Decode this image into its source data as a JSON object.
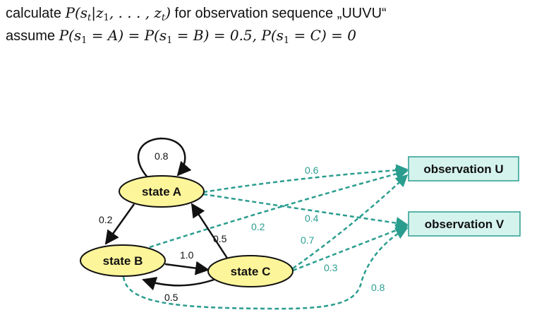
{
  "header": {
    "line1": {
      "prefix": "calculate ",
      "formula_lhs": "P(s",
      "formula_sub_t": "t",
      "formula_mid": "|z",
      "formula_sub_1": "1",
      "formula_rest": ", . . . , z",
      "formula_sub_t2": "t",
      "formula_close": ")",
      "suffix": " for observation sequence „UUVU“"
    },
    "line2": {
      "prefix": "assume ",
      "p_a_left": "P(s",
      "sub1a": "1",
      "p_a_right": " = A) = P(s",
      "sub1b": "1",
      "p_b_right": " = B) = 0.5, P(s",
      "sub1c": "1",
      "p_c_right": " = C) = 0"
    }
  },
  "diagram": {
    "states": {
      "a": "state A",
      "b": "state B",
      "c": "state C"
    },
    "observations": {
      "u": "observation U",
      "v": "observation V"
    },
    "transition_probs": {
      "a_to_a": "0.8",
      "a_to_b": "0.2",
      "b_to_c": "1.0",
      "c_to_a": "0.5",
      "c_to_b": "0.5"
    },
    "emission_probs": {
      "a_to_u": "0.6",
      "a_to_v": "0.4",
      "b_to_u": "0.2",
      "b_to_v": "0.8",
      "c_to_u": "0.7",
      "c_to_v": "0.3"
    },
    "colors": {
      "state_fill": "#fdf59a",
      "obs_fill": "#d4f3ec",
      "obs_border": "#2a9d8f",
      "emission_line": "#2a9d8f",
      "transition_line": "#111111"
    }
  }
}
